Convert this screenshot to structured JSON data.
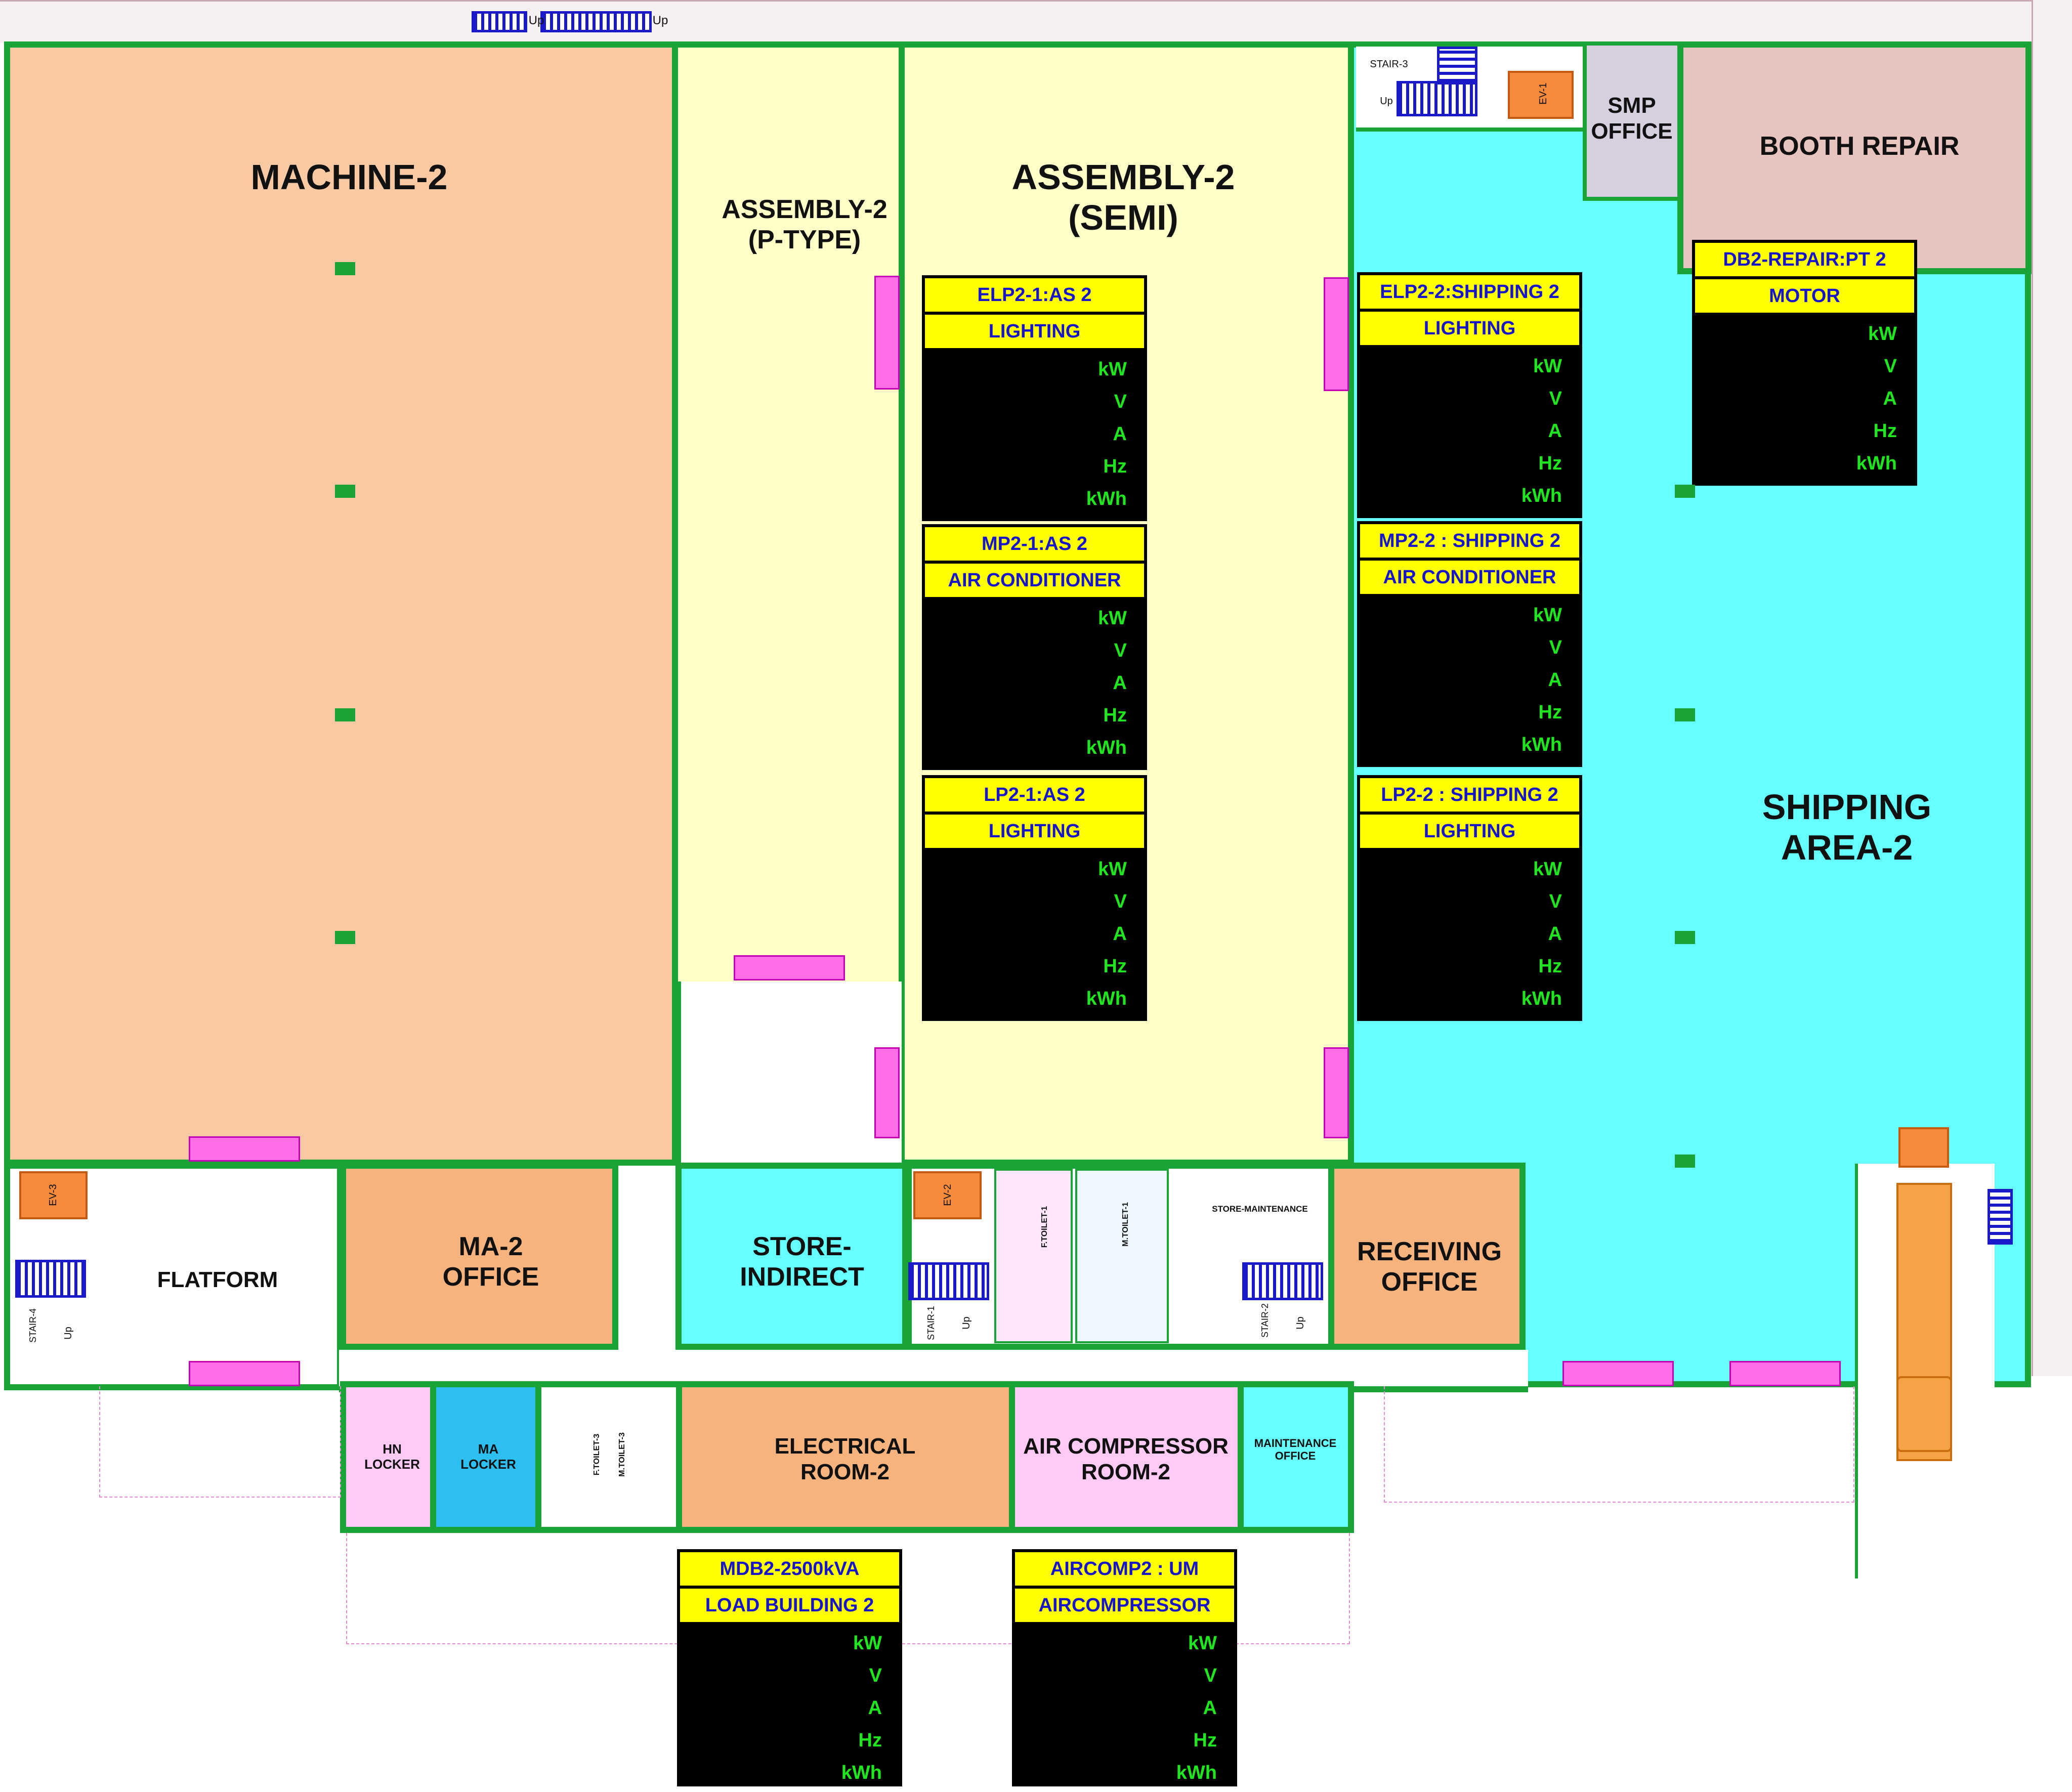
{
  "colors": {
    "wall": "#1aa337",
    "machine": "#f8c9a3",
    "assembly": "#ffffc8",
    "shipping": "#66ffff",
    "booth": "#e8c4be",
    "smp": "#d6cfe0",
    "office_orange": "#f6b37e",
    "store_cyan": "#66ffff",
    "pink_room": "#ffcaf4",
    "ma_locker": "#2dbff0",
    "panel_header": "#ffff00",
    "panel_header_text": "#1616c8",
    "panel_body": "#000000",
    "panel_reading": "#1fe61f",
    "door": "#ff6ee6"
  },
  "rooms": {
    "machine2": "MACHINE-2",
    "assembly_ptype": "ASSEMBLY-2\n(P-TYPE)",
    "assembly_semi": "ASSEMBLY-2\n(SEMI)",
    "smp_office": "SMP\nOFFICE",
    "booth_repair": "BOOTH REPAIR",
    "shipping_area": "SHIPPING\nAREA-2",
    "flatform": "FLATFORM",
    "ma2_office": "MA-2\nOFFICE",
    "store_indirect": "STORE-\nINDIRECT",
    "receiving_office": "RECEIVING\nOFFICE",
    "store_maintenance": "STORE-MAINTENANCE",
    "hn_locker": "HN\nLOCKER",
    "ma_locker": "MA\nLOCKER",
    "electrical_room": "ELECTRICAL\nROOM-2",
    "air_compressor_room": "AIR COMPRESSOR\nROOM-2",
    "maintenance_office": "MAINTENANCE\nOFFICE",
    "f_toilet_1": "F.TOILET-1",
    "m_toilet_1": "M.TOILET-1",
    "f_toilet_3": "F.TOILET-3",
    "m_toilet_3": "M.TOILET-3"
  },
  "stairs": {
    "stair1": "STAIR-1",
    "stair2": "STAIR-2",
    "stair3": "STAIR-3",
    "stair4": "STAIR-4",
    "up": "Up"
  },
  "elevators": {
    "ev1": "EV-1",
    "ev2": "EV-2",
    "ev3": "EV-3"
  },
  "panels": [
    {
      "id": "elp2-1",
      "title": "ELP2-1:AS 2",
      "load": "LIGHTING",
      "readings": [
        "kW",
        "V",
        "A",
        "Hz",
        "kWh"
      ]
    },
    {
      "id": "mp2-1",
      "title": "MP2-1:AS 2",
      "load": "AIR CONDITIONER",
      "readings": [
        "kW",
        "V",
        "A",
        "Hz",
        "kWh"
      ]
    },
    {
      "id": "lp2-1",
      "title": "LP2-1:AS 2",
      "load": "LIGHTING",
      "readings": [
        "kW",
        "V",
        "A",
        "Hz",
        "kWh"
      ]
    },
    {
      "id": "elp2-2",
      "title": "ELP2-2:SHIPPING 2",
      "load": "LIGHTING",
      "readings": [
        "kW",
        "V",
        "A",
        "Hz",
        "kWh"
      ]
    },
    {
      "id": "mp2-2",
      "title": "MP2-2 : SHIPPING 2",
      "load": "AIR CONDITIONER",
      "readings": [
        "kW",
        "V",
        "A",
        "Hz",
        "kWh"
      ]
    },
    {
      "id": "lp2-2",
      "title": "LP2-2 : SHIPPING 2",
      "load": "LIGHTING",
      "readings": [
        "kW",
        "V",
        "A",
        "Hz",
        "kWh"
      ]
    },
    {
      "id": "db2-repair",
      "title": "DB2-REPAIR:PT 2",
      "load": "MOTOR",
      "readings": [
        "kW",
        "V",
        "A",
        "Hz",
        "kWh"
      ]
    },
    {
      "id": "mdb2",
      "title": "MDB2-2500kVA",
      "load": "LOAD BUILDING 2",
      "readings": [
        "kW",
        "V",
        "A",
        "Hz",
        "kWh"
      ]
    },
    {
      "id": "aircomp2",
      "title": "AIRCOMP2 : UM",
      "load": "AIRCOMPRESSOR",
      "readings": [
        "kW",
        "V",
        "A",
        "Hz",
        "kWh"
      ]
    }
  ]
}
